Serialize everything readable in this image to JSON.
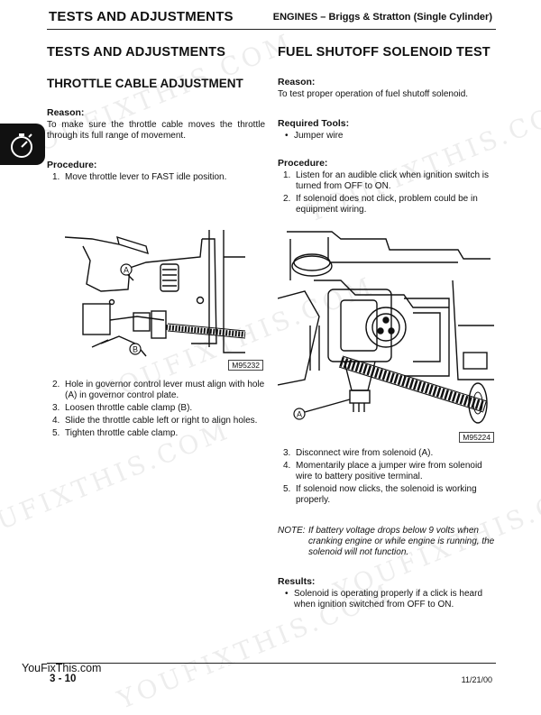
{
  "header": {
    "left_title": "TESTS AND ADJUSTMENTS",
    "right_title": "ENGINES – Briggs & Stratton (Single Cylinder)"
  },
  "left": {
    "section_title": "TESTS AND ADJUSTMENTS",
    "subsection_title": "THROTTLE CABLE ADJUSTMENT",
    "reason_label": "Reason:",
    "reason_text": "To make sure the throttle cable moves the throttle through its full range of movement.",
    "procedure_label": "Procedure:",
    "steps_before": [
      "1. Move throttle lever to FAST idle position."
    ],
    "figure": {
      "id": "M95232",
      "callout_a": "A",
      "callout_b": "B"
    },
    "steps_after": [
      "2. Hole in governor control lever must align with hole (A) in governor control plate.",
      "3. Loosen throttle cable clamp (B).",
      "4. Slide the throttle cable left or right to align holes.",
      "5. Tighten throttle cable clamp."
    ]
  },
  "right": {
    "section_title": "FUEL SHUTOFF SOLENOID TEST",
    "reason_label": "Reason:",
    "reason_text": "To test proper operation of fuel shutoff solenoid.",
    "tools_label": "Required Tools:",
    "tools": [
      "Jumper wire"
    ],
    "procedure_label": "Procedure:",
    "steps_before": [
      "1. Listen for an audible click when ignition switch is turned from OFF to ON.",
      "2. If solenoid does not click, problem could be in equipment wiring."
    ],
    "figure": {
      "id": "M95224",
      "callout_a": "A"
    },
    "steps_after": [
      "3. Disconnect wire from solenoid (A).",
      "4. Momentarily place a jumper wire from solenoid wire to battery positive terminal.",
      "5. If solenoid now clicks, the solenoid is working properly."
    ],
    "note_label": "NOTE:",
    "note_text": "If battery voltage drops below 9 volts when cranking engine or while engine is running, the solenoid will not function.",
    "results_label": "Results:",
    "results": [
      "Solenoid is operating properly if a click is heard when ignition switched from OFF to ON."
    ]
  },
  "footer": {
    "site": "YouFixThis.com",
    "page": "3 - 10",
    "date": "11/21/00"
  },
  "watermark": "YOUFIXTHIS.COM",
  "icons": {
    "section_tab": "stopwatch-icon"
  }
}
